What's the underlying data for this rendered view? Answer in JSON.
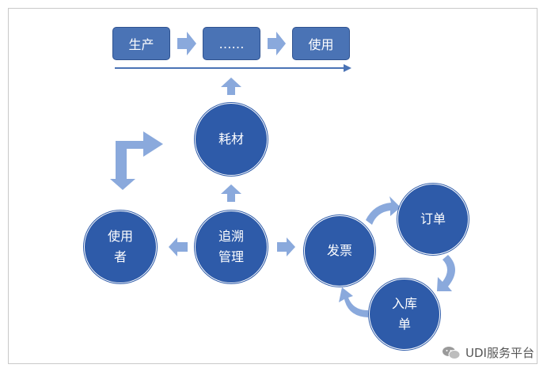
{
  "flow": {
    "step1": "生产",
    "step2": "……",
    "step3": "使用"
  },
  "nodes": {
    "consumable": "耗材",
    "trace_line1": "追溯",
    "trace_line2": "管理",
    "user_line1": "使用",
    "user_line2": "者",
    "invoice": "发票",
    "order": "订单",
    "warehouse_line1": "入库",
    "warehouse_line2": "单"
  },
  "watermark": {
    "text": "UDI服务平台"
  },
  "colors": {
    "node": "#2e5ba9",
    "box": "#4a73b5",
    "arrow": "#8aa9dc",
    "line": "#4a73b5"
  }
}
